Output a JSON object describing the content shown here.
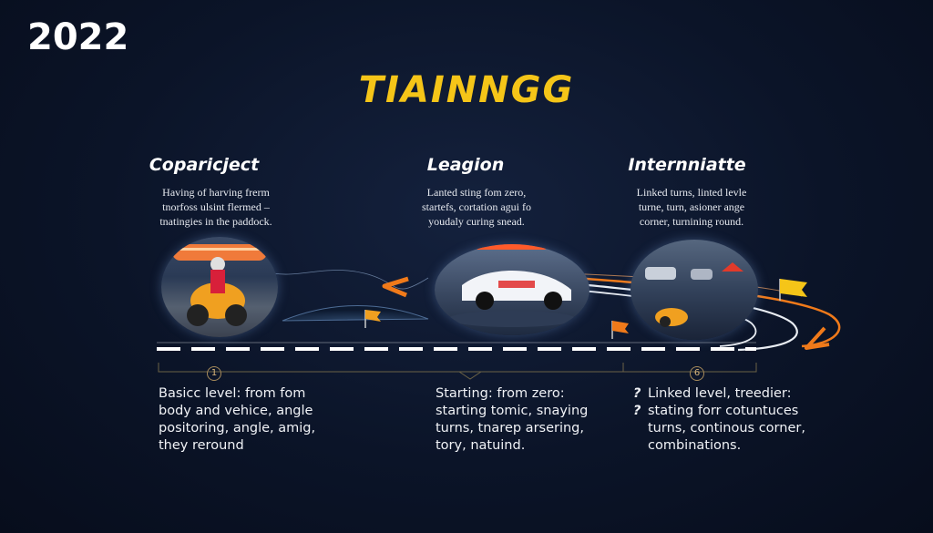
{
  "year": "2022",
  "title": "TIAINNGG",
  "columns": [
    {
      "title": "Coparicject",
      "desc": [
        "Having of harving frerm",
        "tnorfoss ulsint flermed –",
        "tnatingies in the paddock."
      ],
      "bottom": [
        "Basicc level: from fom",
        "body and vehice, angle",
        "positoring, angle, amig,",
        "they reround"
      ]
    },
    {
      "title": "Leagion",
      "desc": [
        "Lanted sting fom zero,",
        "startefs, cortation agui fo",
        "youdaly curing snead."
      ],
      "bottom": [
        "Starting: from zero:",
        "starting tomic, snaying",
        "turns, tnarep arsering,",
        "tory, natuind."
      ]
    },
    {
      "title": "Internniatte",
      "desc": [
        "Linked turns, linted levle",
        "turne, turn, asioner ange",
        "corner, turnining round."
      ],
      "bottom_q": [
        "Linked level, treedier:",
        "stating forr cotuntuces"
      ],
      "bottom": [
        "turns, continous corner,",
        "combinations."
      ]
    }
  ],
  "markers": [
    "1",
    "6"
  ],
  "colors": {
    "accent": "#f5c518",
    "arrow": "#f07a1a",
    "background": "#0b1428"
  },
  "icons": [
    "motorcycle-rider-icon",
    "race-car-icon",
    "checkered-flag-icon",
    "arrow-left-icon",
    "track-curve-icon"
  ]
}
